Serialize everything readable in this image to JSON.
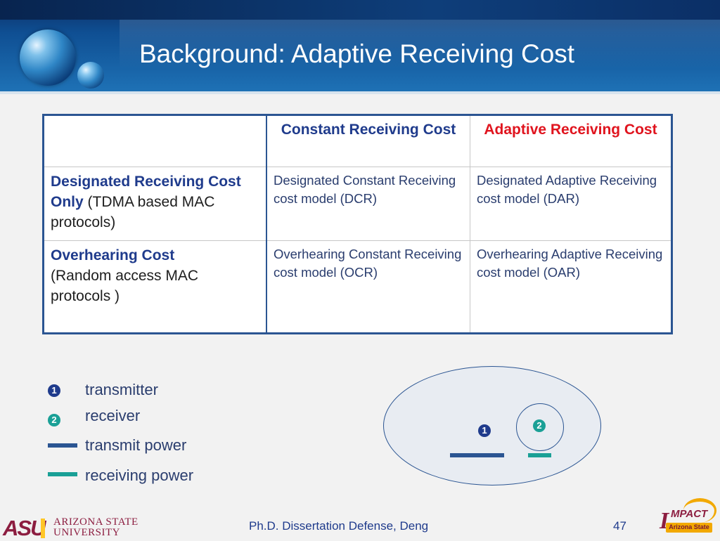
{
  "slide": {
    "title": "Background: Adaptive Receiving Cost"
  },
  "table": {
    "header": [
      "",
      "Constant Receiving Cost",
      "Adaptive Receiving Cost"
    ],
    "rows": [
      {
        "head_bold": "Designated Receiving Cost Only",
        "head_normal": " (TDMA based MAC protocols)",
        "constant": "Designated Constant Receiving cost model (DCR)",
        "adaptive": "Designated Adaptive Receiving cost model (DAR)"
      },
      {
        "head_bold": "Overhearing Cost",
        "head_normal": "(Random access MAC protocols )",
        "constant": "Overhearing Constant Receiving cost model (OCR)",
        "adaptive": "Overhearing Adaptive Receiving cost model (OAR)"
      }
    ]
  },
  "legend": {
    "transmitter_marker": "1",
    "transmitter": "transmitter",
    "receiver_marker": "2",
    "receiver": "receiver",
    "transmit_power": "transmit power",
    "receiving_power": "receiving power"
  },
  "diagram": {
    "node1": "1",
    "node2": "2"
  },
  "footer": {
    "center": "Ph.D. Dissertation Defense, Deng",
    "page": "47",
    "asu_mark": "ASU",
    "asu_line1": "ARIZONA STATE",
    "asu_line2": "UNIVERSITY",
    "impact_initial": "I",
    "impact_word": "MPACT",
    "impact_sub": "Arizona State"
  },
  "colors": {
    "transmit_power": "#2b5592",
    "receiving_power": "#1aa096",
    "adaptive_header": "#e0141e"
  }
}
